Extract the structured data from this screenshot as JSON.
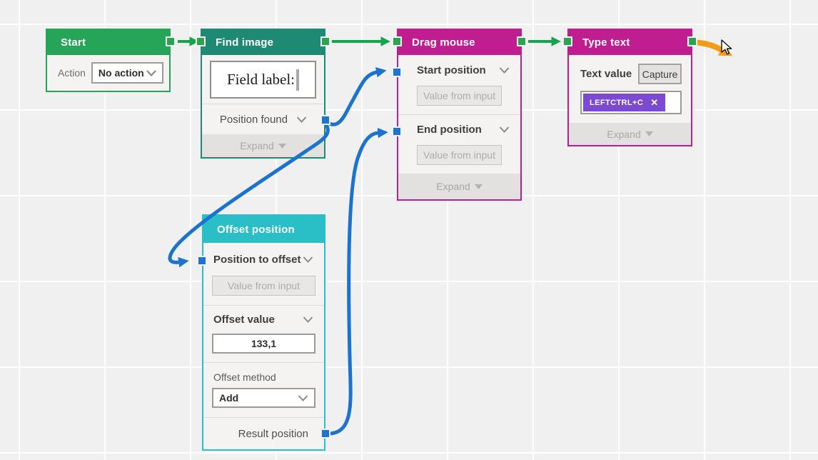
{
  "canvas": {
    "background": "#f0f0f1",
    "grid_line": "#ffffff"
  },
  "colors": {
    "flow_green": "#18a34f",
    "node_green": "#26a559",
    "node_teal": "#1f8a73",
    "node_magenta": "#c01e90",
    "node_cyan": "#2abfc7",
    "data_blue": "#1b72cf",
    "highlight_orange": "#f69b18",
    "tag_purple": "#7b49d2"
  },
  "common": {
    "value_from_input": "Value from input",
    "expand": "Expand"
  },
  "icons": {
    "remove_tag": "✕"
  },
  "nodes": {
    "start": {
      "title": "Start",
      "action_label": "Action",
      "action_value": "No action"
    },
    "find_image": {
      "title": "Find image",
      "image_preview_text": "Field label:",
      "output_label": "Position found"
    },
    "drag_mouse": {
      "title": "Drag mouse",
      "start_position_label": "Start position",
      "end_position_label": "End position"
    },
    "type_text": {
      "title": "Type text",
      "text_value_label": "Text value",
      "capture_label": "Capture",
      "text_value_tag": "LEFTCTRL+C"
    },
    "offset_position": {
      "title": "Offset position",
      "position_to_offset_label": "Position to offset",
      "offset_value_label": "Offset value",
      "offset_value": "133,1",
      "offset_method_label": "Offset method",
      "offset_method_value": "Add",
      "result_position_label": "Result position"
    }
  },
  "connections": [
    {
      "from": "start.flow-out",
      "to": "find-image.flow-in",
      "type": "flow"
    },
    {
      "from": "find-image.flow-out",
      "to": "drag-mouse.flow-in",
      "type": "flow"
    },
    {
      "from": "drag-mouse.flow-out",
      "to": "type-text.flow-in",
      "type": "flow"
    },
    {
      "from": "find-image.position-found",
      "to": "drag-mouse.start-position",
      "type": "data"
    },
    {
      "from": "find-image.position-found",
      "to": "offset-position.position-to-offset",
      "type": "data"
    },
    {
      "from": "offset-position.result-position",
      "to": "drag-mouse.end-position",
      "type": "data"
    },
    {
      "from": "type-text.flow-out",
      "to": "cursor-drag",
      "type": "highlight"
    }
  ]
}
